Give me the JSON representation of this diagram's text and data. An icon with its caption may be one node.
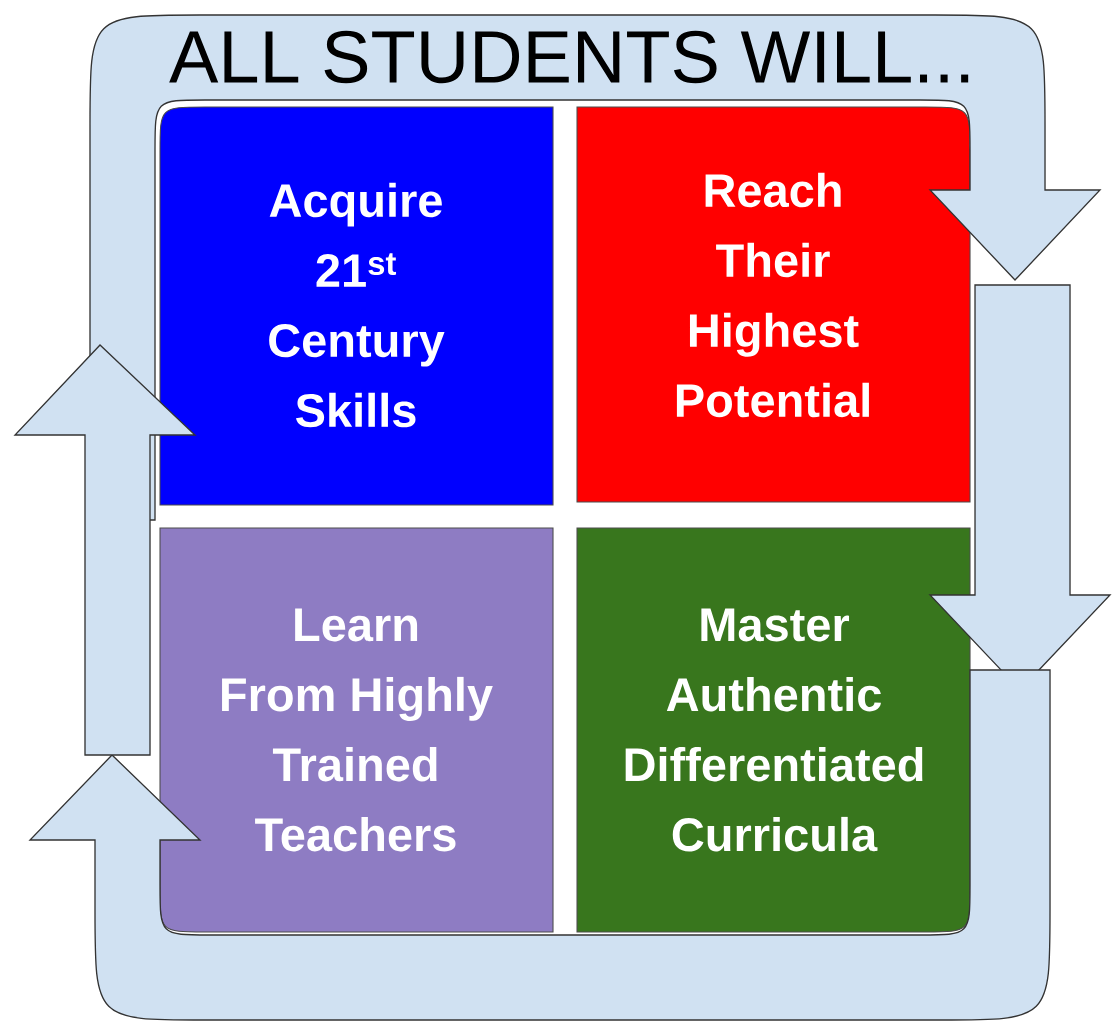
{
  "diagram": {
    "title": "ALL STUDENTS WILL...",
    "nodes": [
      {
        "text": [
          "Acquire 21$^{st}$ Century Skills"
        ]
      },
      {
        "text": [
          "Reach Their Highest Potential"
        ]
      },
      {
        "text": [
          "Learn From Highly Trained Teachers"
        ]
      },
      {
        "text": [
          "Master Authentic Differentiated Curricula"
        ]
      }
    ],
    "edges": [
      {
        "from": 0,
        "to": 1,
        "arrow": "to"
      },
      {
        "from": 1,
        "to": 3,
        "arrow": "to"
      },
      {
        "from": 3,
        "to": 2,
        "arrow": "to"
      },
      {
        "from": 2,
        "to": 0,
        "arrow": "to"
      }
    ]
  }
}
